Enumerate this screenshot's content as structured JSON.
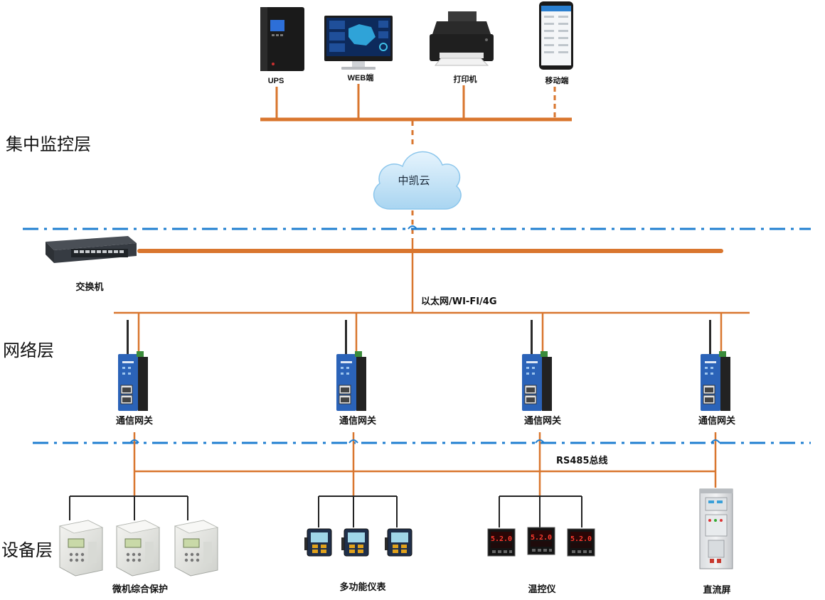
{
  "layers": {
    "monitoring": "集中监控层",
    "network": "网络层",
    "device": "设备层"
  },
  "top_devices": {
    "ups": "UPS",
    "web": "WEB端",
    "printer": "打印机",
    "mobile": "移动端"
  },
  "cloud": {
    "label": "中凯云"
  },
  "switch": {
    "label": "交换机"
  },
  "ethernet_bus": {
    "label": "以太网/WI-FI/4G"
  },
  "gateways": [
    {
      "label": "通信网关"
    },
    {
      "label": "通信网关"
    },
    {
      "label": "通信网关"
    },
    {
      "label": "通信网关"
    }
  ],
  "rs485_bus": {
    "label": "RS485总线"
  },
  "field_devices": [
    {
      "label": "微机综合保护"
    },
    {
      "label": "多功能仪表"
    },
    {
      "label": "温控仪"
    },
    {
      "label": "直流屏"
    }
  ],
  "meter_readings": [
    "5.2.0",
    "5.2.0",
    "5.2.0"
  ],
  "colors": {
    "bus": "#d9762e",
    "boundary": "#1f7fd0",
    "device_wire": "#222222",
    "gateway_blue": "#2b63b8",
    "cloud": "#bfe1f6"
  }
}
